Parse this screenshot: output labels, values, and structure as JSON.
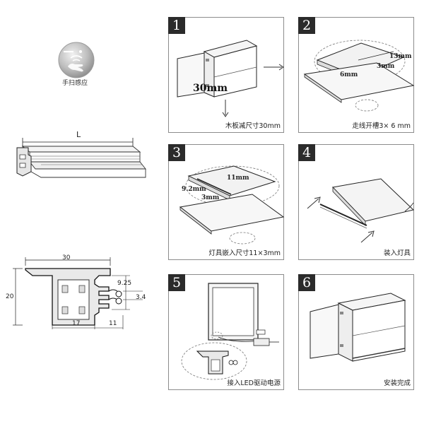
{
  "sensor": {
    "label": "手扫感应"
  },
  "profile_side": {
    "length_label": "L"
  },
  "profile_section": {
    "dim_top": "30",
    "dim_left": "20",
    "dim_right_height": "9.25",
    "dim_right_small": "3.4",
    "dim_bottom_a": "17",
    "dim_bottom_b": "11"
  },
  "steps": [
    {
      "num": "1",
      "caption": "木板减尺寸30mm",
      "callout": "30mm"
    },
    {
      "num": "2",
      "caption": "走线开槽3× 6 mm",
      "callout_a": "13mm",
      "callout_b": "3mm",
      "callout_c": "6mm"
    },
    {
      "num": "3",
      "caption": "灯具嵌入尺寸11×3mm",
      "callout_a": "11mm",
      "callout_b": "9.2mm",
      "callout_c": "3mm"
    },
    {
      "num": "4",
      "caption": "装入灯具"
    },
    {
      "num": "5",
      "caption": "接入LED驱动电源"
    },
    {
      "num": "6",
      "caption": "安装完成"
    }
  ]
}
